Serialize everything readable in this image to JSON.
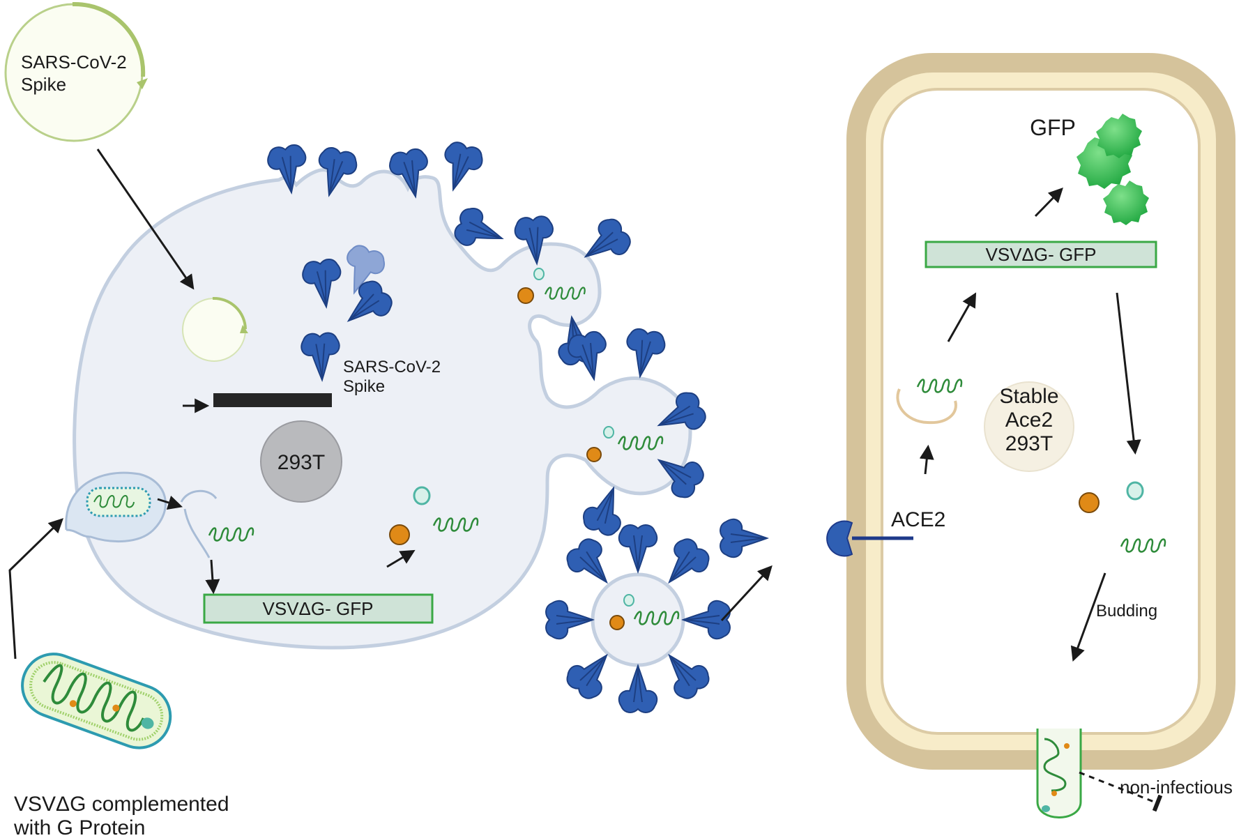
{
  "labels": {
    "plasmid": [
      "SARS-CoV-2",
      "Spike"
    ],
    "spike_gene": [
      "SARS-CoV-2",
      "Spike"
    ],
    "cell_293t": "293T",
    "vsv_box_left": "VSVΔG- GFP",
    "vsv_box_right": "VSVΔG- GFP",
    "gfp": "GFP",
    "stable_cell": [
      "Stable",
      "Ace2",
      "293T"
    ],
    "ace2": "ACE2",
    "budding": "Budding",
    "non_infectious": "non-infectious",
    "vsv_caption": [
      "VSVΔG complemented",
      "with G Protein"
    ]
  },
  "colors": {
    "spike": "#2f5fb3",
    "spike_dark": "#1d3f82",
    "cell_fill": "#edf0f6",
    "cell_stroke": "#c3cfe0",
    "plasmid": "#a9c46c",
    "gfp_green": "#22b54a",
    "box_border": "#3aa845",
    "box_fill": "#cfe3d7",
    "outer_membrane": "#dccba5",
    "inner_membrane": "#f7ecc9",
    "orange": "#e08a17",
    "teal": "#4fb5a4",
    "ace2_receptor": "#1e3a8a"
  }
}
